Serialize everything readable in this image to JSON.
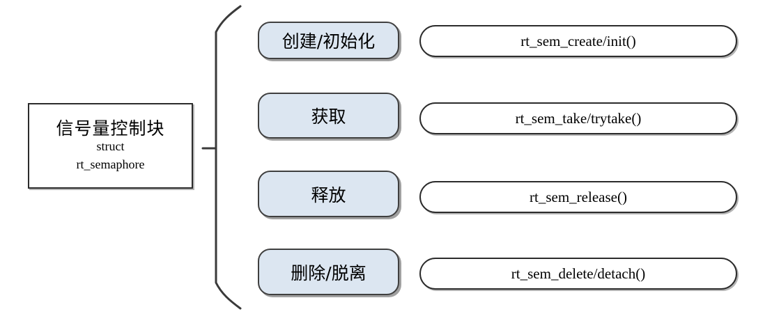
{
  "diagram": {
    "type": "semaphore-api-overview",
    "control_block": {
      "title": "信号量控制块",
      "subtitle_line1": "struct",
      "subtitle_line2": "rt_semaphore"
    },
    "connector": {
      "kind": "brace",
      "name": "left-curly-brace"
    },
    "rows": [
      {
        "operation": "创建/初始化",
        "api": "rt_sem_create/init()"
      },
      {
        "operation": "获取",
        "api": "rt_sem_take/trytake()"
      },
      {
        "operation": "释放",
        "api": "rt_sem_release()"
      },
      {
        "operation": "删除/脱离",
        "api": "rt_sem_delete/detach()"
      }
    ],
    "colors": {
      "operation_fill": "#dce6f1",
      "operation_stroke": "#3f3f3f",
      "api_fill": "#ffffff",
      "api_stroke": "#2b2b2b",
      "block_stroke": "#2b2b2b",
      "background": "#ffffff",
      "text": "#000000"
    }
  }
}
